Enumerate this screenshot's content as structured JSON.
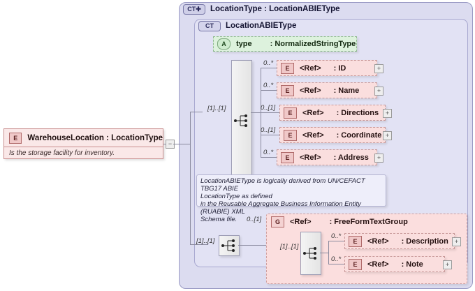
{
  "diagram": {
    "type": "xsd-schema-diagram",
    "root_element": {
      "badge": "E",
      "title": "WarehouseLocation : LocationType",
      "annotation": "Is the storage facility for inventory.",
      "expander": "−",
      "expander_name": "collapse-icon"
    },
    "outer_panel": {
      "badge": "CT✚",
      "badge_label": "CT+",
      "title": "LocationType : LocationABIEType"
    },
    "inner_panel": {
      "badge": "CT",
      "title": "LocationABIEType"
    },
    "attribute": {
      "badge": "A",
      "name": "type",
      "type": ": NormalizedStringType"
    },
    "sequence_main": {
      "cardinality": "[1]..[1]",
      "icon": "sequence-icon"
    },
    "elements": [
      {
        "badge": "E",
        "ref": "<Ref>",
        "type": ": ID",
        "cardinality": "0..*",
        "expander": "+"
      },
      {
        "badge": "E",
        "ref": "<Ref>",
        "type": ": Name",
        "cardinality": "0..*",
        "expander": "+"
      },
      {
        "badge": "E",
        "ref": "<Ref>",
        "type": ": Directions",
        "cardinality": "0..[1]",
        "expander": "+"
      },
      {
        "badge": "E",
        "ref": "<Ref>",
        "type": ": Coordinate",
        "cardinality": "0..[1]",
        "expander": "+"
      },
      {
        "badge": "E",
        "ref": "<Ref>",
        "type": ": Address",
        "cardinality": "0..*",
        "expander": "+"
      }
    ],
    "note": {
      "line1": "LocationABIEType is logically derived from UN/CEFACT TBG17 ABIE",
      "line2": "LocationType as defined",
      "line3": "in the Reusable Aggregate Business Information Entity (RUABIE) XML",
      "line4": "Schema file."
    },
    "sequence_group_outer": {
      "cardinality": "[1]..[1]",
      "icon": "sequence-icon"
    },
    "group": {
      "badge": "G",
      "ref": "<Ref>",
      "type": ": FreeFormTextGroup",
      "cardinality": "0..[1]",
      "sequence": {
        "cardinality": "[1]..[1]",
        "icon": "sequence-icon"
      },
      "elements": [
        {
          "badge": "E",
          "ref": "<Ref>",
          "type": ": Description",
          "cardinality": "0..*",
          "expander": "+"
        },
        {
          "badge": "E",
          "ref": "<Ref>",
          "type": ": Note",
          "cardinality": "0..*",
          "expander": "+"
        }
      ]
    },
    "colors": {
      "element_fill": "#fadede",
      "attribute_fill": "#ddf2dd",
      "panel_fill": "#dcdcf0",
      "inner_panel_fill": "#e2e2f4",
      "group_fill": "#fbdede",
      "connector": "#8a8a9e"
    }
  }
}
